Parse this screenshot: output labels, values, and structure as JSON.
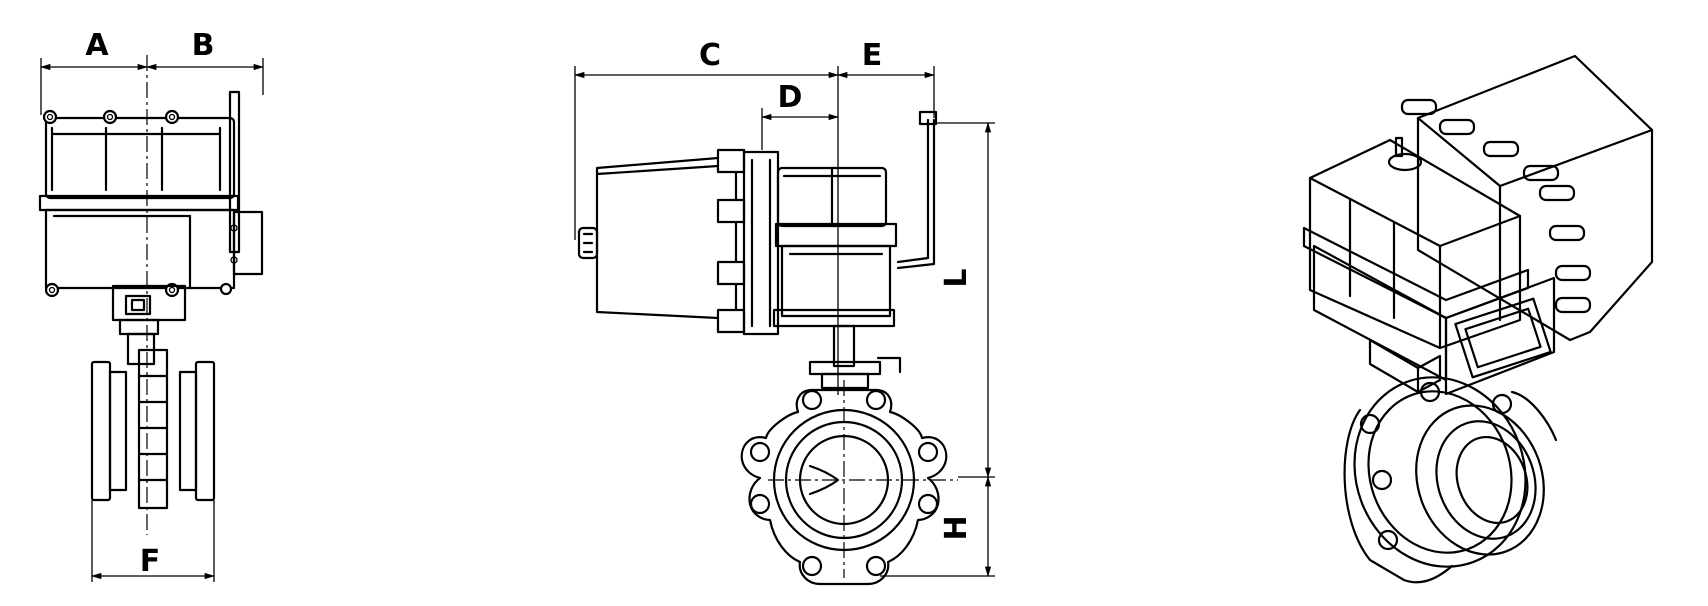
{
  "dimension_labels": {
    "A": "A",
    "B": "B",
    "C": "C",
    "D": "D",
    "E": "E",
    "F": "F",
    "H": "H",
    "L": "L"
  }
}
